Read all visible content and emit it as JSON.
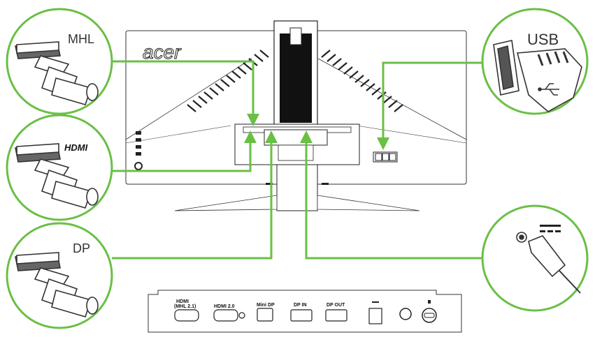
{
  "brand": "acer",
  "callouts": {
    "mhl": "MHL",
    "hdmi": "HDMI",
    "dp": "DP",
    "usb": "USB"
  },
  "ports": {
    "hdmi_mhl_line1": "HDMI",
    "hdmi_mhl_line2": "(MHL 2.1)",
    "hdmi20": "HDMI 2.0",
    "minidp": "Mini DP",
    "dpin": "DP IN",
    "dpout": "DP OUT"
  },
  "colors": {
    "accent": "#6abf45",
    "line": "#333333"
  },
  "icons": [
    "mhl-connector-icon",
    "hdmi-connector-icon",
    "dp-connector-icon",
    "usb-connector-icon",
    "dc-power-connector-icon",
    "usb-symbol-icon",
    "dc-symbol-icon"
  ]
}
